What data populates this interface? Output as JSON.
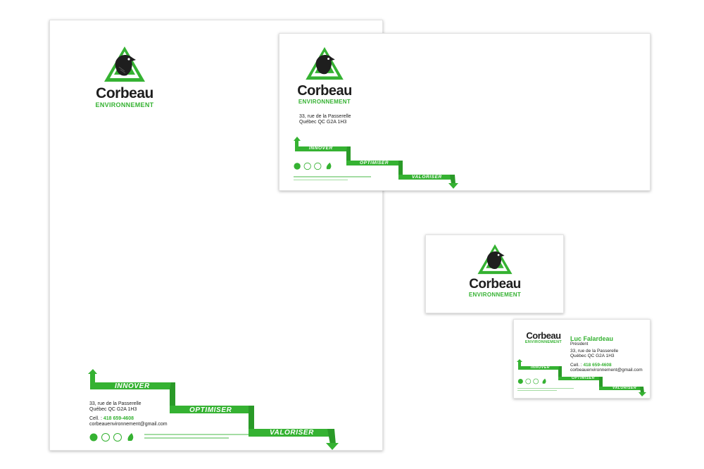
{
  "brand": {
    "name": "Corbeau",
    "subtitle": "ENVIRONNEMENT",
    "green": "#35b232",
    "dark": "#1e1e1e"
  },
  "address": {
    "line1": "33, rue de la Passerelle",
    "line2": "Québec QC  G2A 1H3"
  },
  "contact": {
    "cell_label": "Cell. :",
    "cell_number": "418 659-4608",
    "email": "corbeauenvironnement@gmail.com"
  },
  "person": {
    "name": "Luc Falardeau",
    "title": "Président"
  },
  "ribbon": {
    "step1": "INNOVER",
    "step2": "OPTIMISER",
    "step3": "VALORISER"
  },
  "icons": [
    "recycle-seal-icon",
    "fsc-seal-icon",
    "processed-chlorine-free-icon",
    "biogaz-icon"
  ]
}
